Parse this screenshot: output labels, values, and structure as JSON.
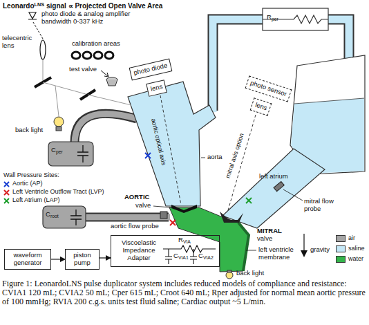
{
  "diagram": {
    "caption": "Figure 1: LeonardoLNS pulse duplicator system includes reduced models of compliance and resistance: CVIA1 120 mL; CVIA2 50 mL; Cper 615 mL; Croot 640 mL; Rper adjusted for normal mean aortic pressure of 100 mmHg; RVIA 200 c.g.s. units test fluid saline; Cardiac output ~5 L/min.",
    "nodes": [
      {
        "text": [
          "waveform generator"
        ]
      },
      {
        "text": [
          "piston pump"
        ]
      },
      {
        "text": [
          "Viscoelastic Impedance Adapter"
        ]
      },
      {
        "text": [
          "photo diode"
        ]
      },
      {
        "text": [
          "lens"
        ]
      },
      {
        "text": [
          "photo sensor"
        ]
      },
      {
        "text": [
          "lens"
        ]
      },
      {
        "text": [
          "C",
          "per"
        ]
      },
      {
        "text": [
          "C",
          "root"
        ]
      },
      {
        "text": [
          "R",
          "per"
        ]
      }
    ],
    "edges": [
      {
        "from": 0,
        "to": 1,
        "arrow": "to"
      },
      {
        "from": 1,
        "to": 2,
        "arrow": "to"
      }
    ],
    "labels": [
      "Leonardo",
      "LNS",
      "signal ∝ Projected Open Valve Area",
      "photo diode & analog amplifier bandwidth 0-337 kHz",
      "telecentric lens",
      "calibration areas",
      "test valve",
      "back light",
      "Wall Pressure Sites:",
      "aortic optical axis",
      "aorta",
      "AORTIC",
      "valve",
      "aortic flow probe",
      "mitral axis option",
      "left atrium",
      "mitral flow probe",
      "MITRAL",
      "valve",
      "left ventricle membrane",
      "gravity",
      "back light",
      "R",
      "VIA",
      "C",
      "VIA1",
      "C",
      "VIA2"
    ],
    "legend": [
      {
        "text": "Aortic (AP)"
      },
      {
        "text": "Left Ventricle Outflow Tract (LVP)"
      },
      {
        "text": "Left Atrium (LAP)"
      },
      {
        "text": "air",
        "color": "#a6a6a6"
      },
      {
        "text": "saline",
        "color": "#c5e8f7"
      },
      {
        "text": "water",
        "color": "#34b44a"
      }
    ]
  }
}
